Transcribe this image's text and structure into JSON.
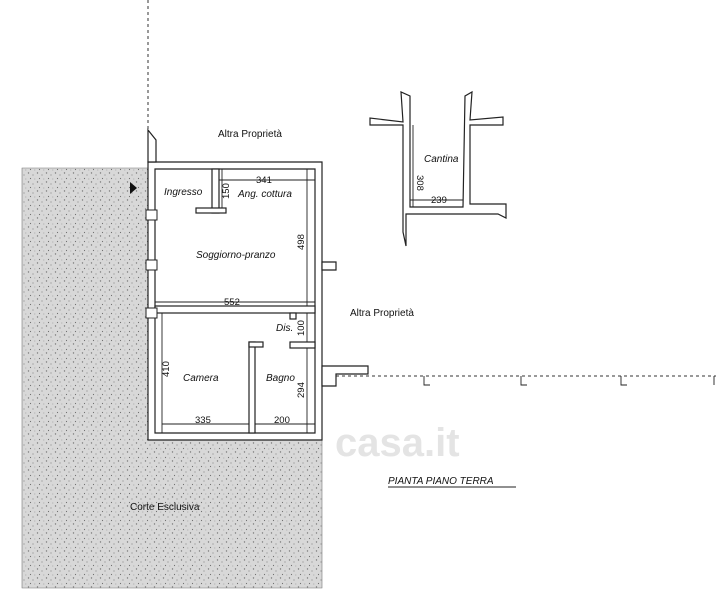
{
  "labels": {
    "altra_top": "Altra Proprietà",
    "altra_right": "Altra Proprietà",
    "ingresso": "Ingresso",
    "ang_cottura": "Ang. cottura",
    "soggiorno": "Soggiorno-pranzo",
    "dis": "Dis.",
    "camera": "Camera",
    "bagno": "Bagno",
    "cantina": "Cantina",
    "corte": "Corte Esclusiva",
    "pianta": "PIANTA PIANO TERRA",
    "watermark": "casa.it"
  },
  "dimensions": {
    "d341": "341",
    "d150": "150",
    "d498": "498",
    "d552": "552",
    "d100": "100",
    "d410": "410",
    "d294": "294",
    "d335": "335",
    "d200": "200",
    "d308": "308",
    "d239": "239"
  },
  "colors": {
    "court_fill": "#d9d9d9",
    "wall_stroke": "#222222",
    "line": "#222222"
  }
}
